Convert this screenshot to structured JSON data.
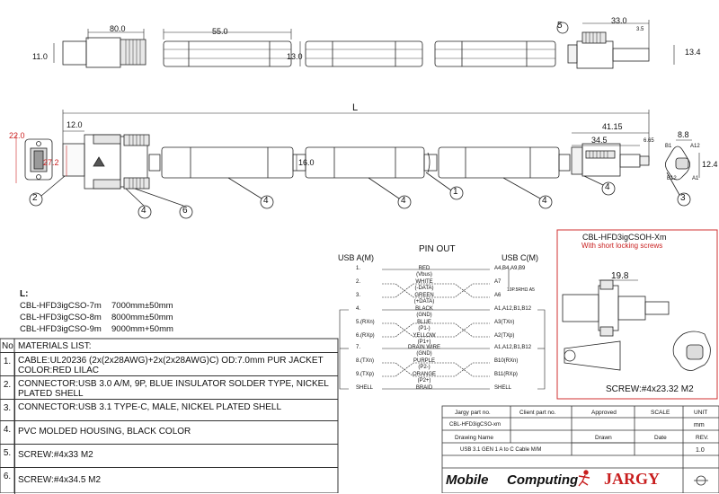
{
  "dimensions": {
    "d80": "80.0",
    "d11": "11.0",
    "d55": "55.0",
    "d13": "13.0",
    "d33": "33.0",
    "d35": "3.5",
    "d134": "13.4",
    "d12": "12.0",
    "d22": "22.0",
    "d272": "27.2",
    "d160": "16.0",
    "L": "L",
    "d4115": "41.15",
    "d345": "34.5",
    "d665": "6.65",
    "d88": "8.8",
    "d124": "12.4",
    "d198": "19.8",
    "a12": "A12",
    "b12": "B12",
    "b1": "B1",
    "a1": "A1"
  },
  "callouts": [
    "1",
    "2",
    "3",
    "4",
    "5",
    "6"
  ],
  "lengths": {
    "heading": "L:",
    "rows": [
      {
        "part": "CBL-HFD3igCSO-7m",
        "len": "7000mm±50mm"
      },
      {
        "part": "CBL-HFD3igCSO-8m",
        "len": "8000mm±50mm"
      },
      {
        "part": "CBL-HFD3igCSO-9m",
        "len": "9000mm+50mm"
      }
    ]
  },
  "materials": {
    "col_no": "No",
    "col_title": "MATERIALS LIST:",
    "rows": [
      {
        "no": "1.",
        "text": "CABLE:UL20236 (2x(2x28AWG)+2x(2x28AWG)C) OD:7.0mm  PUR JACKET COLOR:RED LILAC"
      },
      {
        "no": "2.",
        "text": "CONNECTOR:USB 3.0 A/M, 9P, BLUE INSULATOR SOLDER TYPE, NICKEL PLATED SHELL"
      },
      {
        "no": "3.",
        "text": "CONNECTOR:USB 3.1 TYPE-C, MALE, NICKEL PLATED SHELL"
      },
      {
        "no": "4.",
        "text": "PVC MOLDED HOUSING, BLACK COLOR"
      },
      {
        "no": "5.",
        "text": "SCREW:#4x33 M2"
      },
      {
        "no": "6.",
        "text": "SCREW:#4x34.5 M2"
      }
    ]
  },
  "pinout": {
    "title": "PIN OUT",
    "left_header": "USB A(M)",
    "right_header": "USB C(M)",
    "rows": [
      {
        "l": "1.",
        "color": "RED",
        "sub": "(Vbus)",
        "r": "A4,B4,A9,B9"
      },
      {
        "l": "2.",
        "color": "WHITE",
        "sub": "(-DATA)",
        "r": "A7"
      },
      {
        "l": "3.",
        "color": "GREEN",
        "sub": "(+DATA)",
        "r": "A6"
      },
      {
        "l": "4.",
        "color": "BLACK",
        "sub": "(GND)",
        "r": "A1,A12,B1,B12"
      },
      {
        "l": "5.(RXn)",
        "color": "BLUE",
        "sub": "(P1-)",
        "r": "A3(TXn)"
      },
      {
        "l": "6.(RXp)",
        "color": "YELLOW",
        "sub": "(P1+)",
        "r": "A2(TXp)"
      },
      {
        "l": "7.",
        "color": "DRAIN WIRE",
        "sub": "(GND)",
        "r": "A1,A12,B1,B12"
      },
      {
        "l": "8.(TXn)",
        "color": "PURPLE",
        "sub": "(P2-)",
        "r": "B10(RXn)"
      },
      {
        "l": "9.(TXp)",
        "color": "ORANGE",
        "sub": "(P2+)",
        "r": "B11(RXp)"
      },
      {
        "l": "SHELL",
        "color": "BRAID",
        "sub": "",
        "r": "SHELL"
      }
    ],
    "note": "10P.5RHΩ A5",
    "note_a5": "A5"
  },
  "inset": {
    "title": "CBL-HFD3igCSOH-Xm",
    "subtitle": "With short locking screws",
    "screw": "SCREW:#4x23.32 M2"
  },
  "title_block": {
    "jargy_part_label": "Jargy part no.",
    "client_part_label": "Client part no.",
    "approved_label": "Approved",
    "scale_label": "SCALE",
    "unit_label": "UNIT",
    "part_no": "CBL-HFD3igCSO-xm",
    "unit": "mm",
    "drawing_name_label": "Drawing Name",
    "drawn_label": "Drawn",
    "date_label": "Date",
    "rev_label": "REV.",
    "drawing_name": "USB 3.1 GEN 1 A to C Cable M/M",
    "rev": "1.0",
    "brand_left": "Mobile",
    "brand_right": "Computing",
    "brand_jargy": "JARGY"
  },
  "colors": {
    "line": "#222222",
    "dim_red": "#cc2222",
    "inset_border": "#d23030",
    "brand_red": "#c81e1e"
  }
}
